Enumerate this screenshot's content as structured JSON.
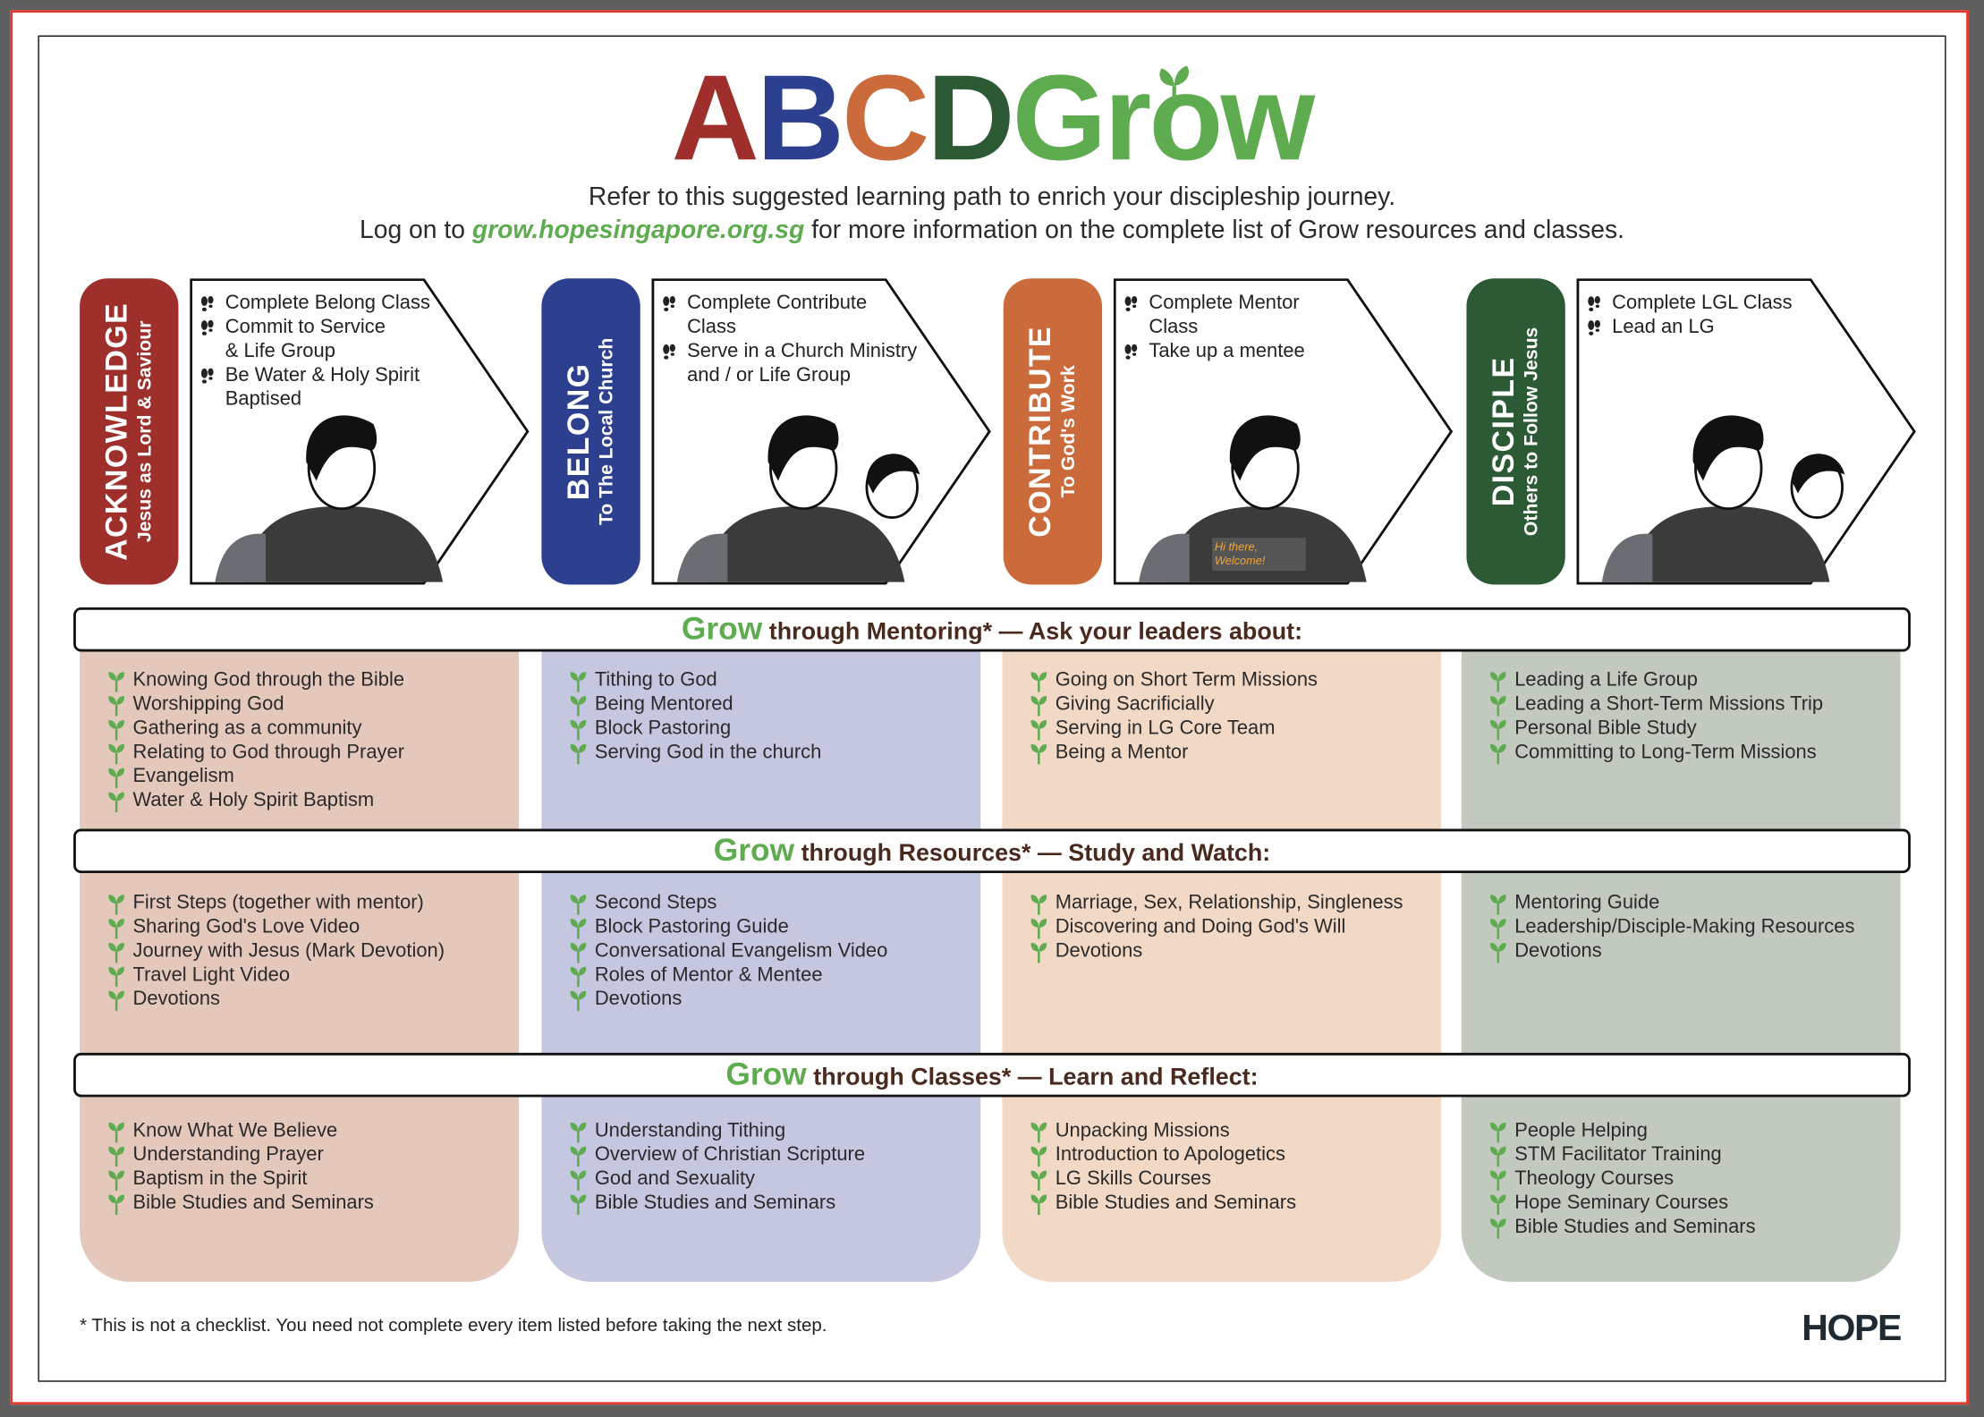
{
  "title": {
    "letters": [
      {
        "text": "A",
        "color": "#9e2f2b"
      },
      {
        "text": "B",
        "color": "#2d3f8f"
      },
      {
        "text": "C",
        "color": "#cb6a3a"
      },
      {
        "text": "D",
        "color": "#2b5a35"
      },
      {
        "text": "Grow",
        "color": "#5fac50"
      }
    ]
  },
  "subtitle": {
    "line1": "Refer to this suggested learning path to enrich your discipleship journey.",
    "line2_pre": "Log on to ",
    "link": "grow.hopesingapore.org.sg",
    "line2_post": " for more information on the complete list of Grow resources and classes."
  },
  "stages": [
    {
      "title": "ACKNOWLEDGE",
      "subtitle": "Jesus as Lord & Saviour",
      "color": "#9e2f2b",
      "bg": "#e5c8bc",
      "steps": [
        "Complete Belong Class",
        "Commit to Service\n& Life Group",
        "Be Water & Holy Spirit\nBaptised"
      ]
    },
    {
      "title": "BELONG",
      "subtitle": "To The Local Church",
      "color": "#2d3f8f",
      "bg": "#c5c7e1",
      "steps": [
        "Complete Contribute\nClass",
        "Serve in a Church Ministry\nand / or Life Group"
      ]
    },
    {
      "title": "CONTRIBUTE",
      "subtitle": "To God's Work",
      "color": "#cb6a3a",
      "bg": "#f2d9c6",
      "steps": [
        "Complete Mentor\nClass",
        "Take up a mentee"
      ],
      "illustration_text": "Hi there, Welcome!"
    },
    {
      "title": "DISCIPLE",
      "subtitle": "Others to Follow Jesus",
      "color": "#2b5a35",
      "bg": "#c2cabf",
      "steps": [
        "Complete LGL Class",
        "Lead an LG"
      ]
    }
  ],
  "sections": [
    {
      "grow": "Grow",
      "rest": " through Mentoring* — Ask your leaders about:",
      "lists": [
        [
          "Knowing God through the Bible",
          "Worshipping God",
          "Gathering as a community",
          "Relating to God through Prayer",
          "Evangelism",
          "Water & Holy Spirit Baptism"
        ],
        [
          "Tithing to God",
          "Being Mentored",
          "Block Pastoring",
          "Serving God in the church"
        ],
        [
          "Going on Short Term Missions",
          "Giving Sacrificially",
          "Serving in LG Core Team",
          "Being a Mentor"
        ],
        [
          "Leading a Life Group",
          "Leading a Short-Term Missions Trip",
          "Personal Bible Study",
          "Committing to Long-Term Missions"
        ]
      ]
    },
    {
      "grow": "Grow",
      "rest": " through Resources* — Study and Watch:",
      "lists": [
        [
          "First Steps (together with mentor)",
          "Sharing God's Love Video",
          "Journey with Jesus (Mark Devotion)",
          "Travel Light Video",
          "Devotions"
        ],
        [
          "Second Steps",
          "Block Pastoring Guide",
          "Conversational Evangelism Video",
          "Roles of Mentor & Mentee",
          "Devotions"
        ],
        [
          "Marriage, Sex, Relationship, Singleness",
          "Discovering and Doing God's Will",
          "Devotions"
        ],
        [
          "Mentoring Guide",
          "Leadership/Disciple-Making Resources",
          "Devotions"
        ]
      ]
    },
    {
      "grow": "Grow",
      "rest": " through Classes* — Learn and Reflect:",
      "lists": [
        [
          "Know What We Believe",
          "Understanding Prayer",
          "Baptism in the Spirit",
          "Bible Studies and Seminars"
        ],
        [
          "Understanding Tithing",
          "Overview of Christian Scripture",
          "God and Sexuality",
          "Bible Studies and Seminars"
        ],
        [
          "Unpacking Missions",
          "Introduction to Apologetics",
          "LG Skills Courses",
          "Bible Studies and Seminars"
        ],
        [
          "People Helping",
          "STM Facilitator Training",
          "Theology Courses",
          "Hope Seminary Courses",
          "Bible Studies and Seminars"
        ]
      ]
    }
  ],
  "footnote": "* This is not a checklist. You need not complete every item listed before taking the next step.",
  "logo": "HOPE",
  "colors": {
    "green": "#5fac50",
    "heading_brown": "#4a2a1e",
    "frame_red": "#e03a2f"
  }
}
